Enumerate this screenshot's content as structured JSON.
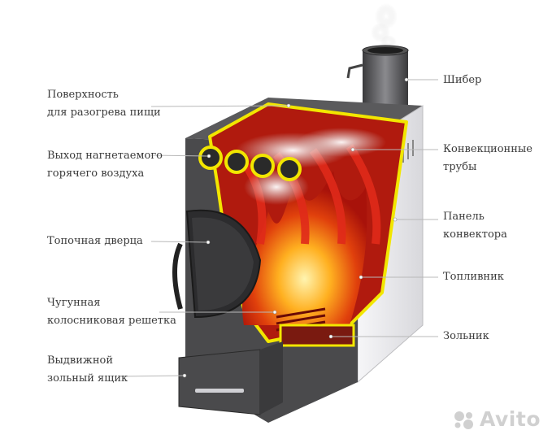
{
  "labels": {
    "cooking_surface": "Поверхность\nдля разогрева пищи",
    "hot_air_outlet": "Выход нагнетаемого\nгорячего воздуха",
    "firebox_door": "Топочная дверца",
    "cast_iron_grate": "Чугунная\nколосниковая решетка",
    "ash_drawer": "Выдвижной\nзольный ящик",
    "damper": "Шибер",
    "convection_pipes": "Конвекционные\nтрубы",
    "convector_panel": "Панель\nконвектора",
    "firebox": "Топливник",
    "ash_pit": "Зольник"
  },
  "watermark": {
    "text": "Avito"
  },
  "colors": {
    "body_dark": "#4a4a4c",
    "body_light": "#e9e9eb",
    "outline_yellow": "#f2e600",
    "firebox_red": "#c8180c",
    "flame_orange": "#ff9a1a",
    "label_text": "#3a3a3a",
    "leader_line": "#b8b8b8"
  }
}
